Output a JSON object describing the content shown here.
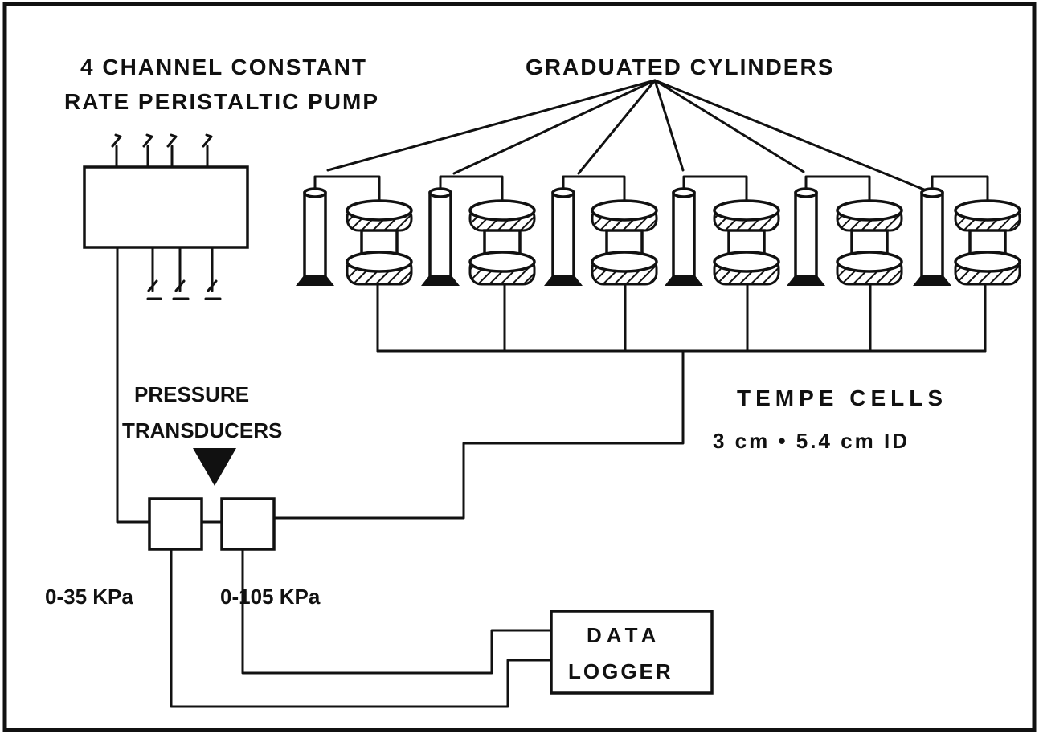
{
  "pump": {
    "label_line1": "4 CHANNEL CONSTANT",
    "label_line2": "RATE PERISTALTIC PUMP"
  },
  "cylinders": {
    "label": "GRADUATED CYLINDERS"
  },
  "tempe": {
    "label": "TEMPE CELLS",
    "dims": "3 cm • 5.4 cm ID"
  },
  "transducers": {
    "label_line1": "PRESSURE",
    "label_line2": "TRANSDUCERS",
    "range_left": "0-35 KPa",
    "range_right": "0-105 KPa"
  },
  "logger": {
    "label_line1": "DATA",
    "label_line2": "LOGGER"
  },
  "colors": {
    "ink": "#111111",
    "background": "#ffffff"
  }
}
